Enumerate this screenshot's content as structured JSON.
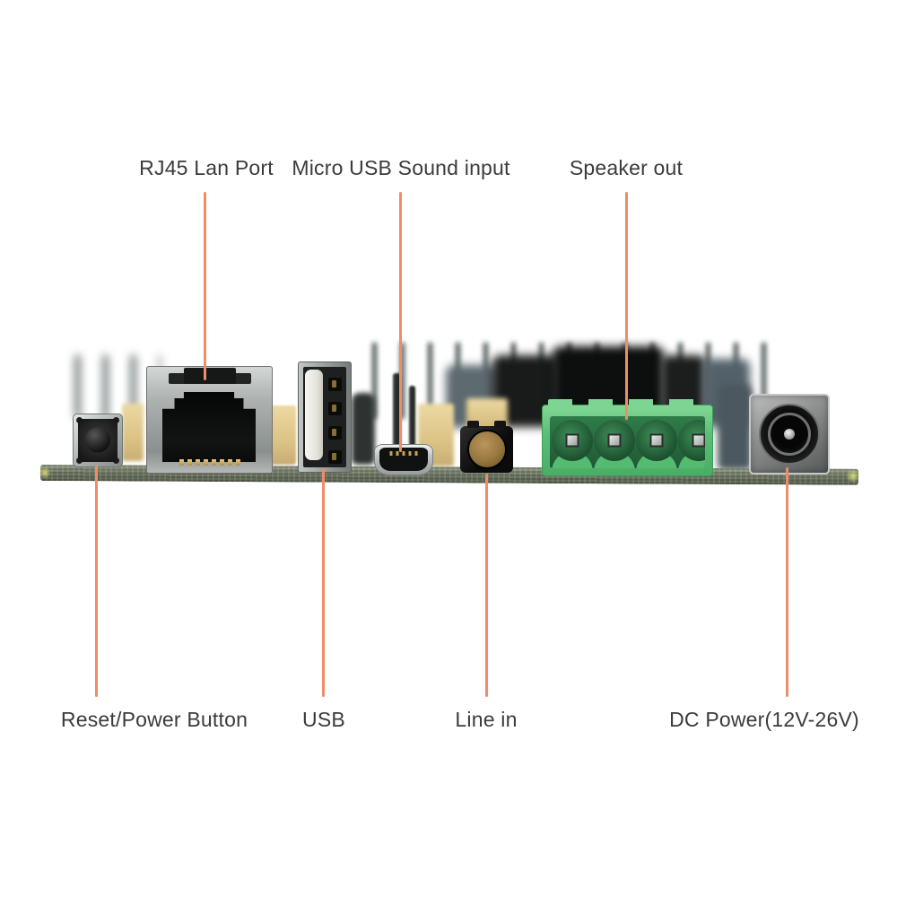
{
  "colors": {
    "background": "#ffffff",
    "leader_line": "#ee8d68",
    "label_text": "#3b3b3b",
    "pcb_edge": "#747d69",
    "terminal_green": "#5cbf77"
  },
  "annotations": {
    "top": [
      {
        "id": "rj45-lan-port",
        "label": "RJ45 Lan Port"
      },
      {
        "id": "micro-usb-sound-input",
        "label": "Micro USB Sound input"
      },
      {
        "id": "speaker-out",
        "label": "Speaker out"
      }
    ],
    "bottom": [
      {
        "id": "reset-power-button",
        "label": "Reset/Power Button"
      },
      {
        "id": "usb",
        "label": "USB"
      },
      {
        "id": "line-in",
        "label": "Line in"
      },
      {
        "id": "dc-power",
        "label": "DC Power(12V-26V)"
      }
    ]
  },
  "components": [
    "reset-power-button",
    "rj45-lan-port",
    "usb-a-port",
    "micro-usb-port",
    "line-in-jack",
    "speaker-terminal-block",
    "dc-power-jack",
    "pcb-edge",
    "capacitors",
    "header-pins"
  ]
}
